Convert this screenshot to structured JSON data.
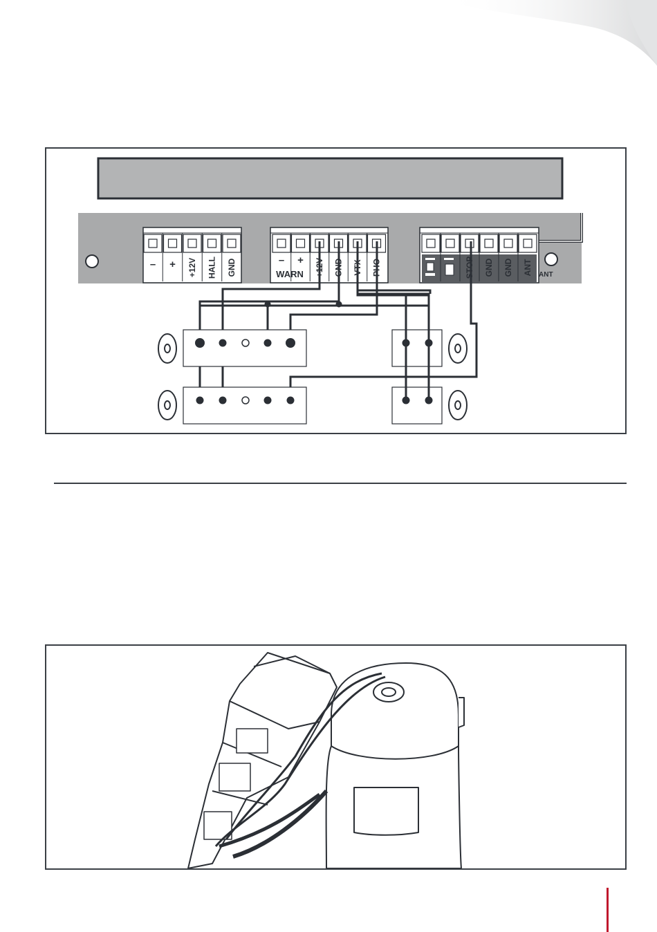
{
  "diagram": {
    "terminal_block_1": {
      "labels": [
        "–",
        "+",
        "+12V",
        "HALL",
        "GND"
      ]
    },
    "terminal_block_2": {
      "labels": [
        "–",
        "+",
        "+12V",
        "GND",
        "VTX",
        "PHO"
      ],
      "group_label": "WARN"
    },
    "terminal_block_3": {
      "labels": [
        "STOP",
        "GND",
        "GND",
        "ANT"
      ]
    },
    "board_side_label": "ANT"
  },
  "colors": {
    "line": "#2b2f35",
    "board": "#a9aaab",
    "display": "#b3b4b5",
    "accent": "#c0182d"
  }
}
